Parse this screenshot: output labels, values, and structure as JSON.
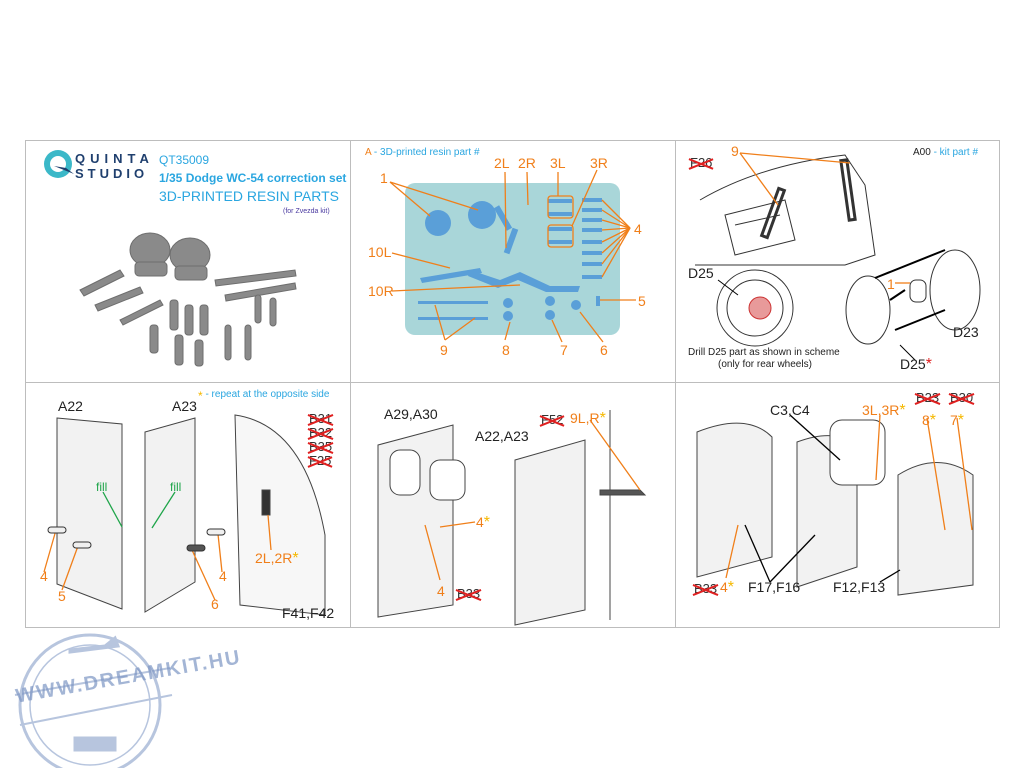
{
  "header": {
    "logo_line1": "QUINTA",
    "logo_line2": "STUDIO",
    "product_code": "QT35009",
    "title": "1/35 Dodge WC-54 correction set",
    "subtitle": "3D-PRINTED RESIN PARTS",
    "kit_note": "(for Zvezda kit)"
  },
  "resin_panel": {
    "legend_prefix": "A",
    "legend_text": " - 3D-printed resin part #",
    "labels": [
      "1",
      "2L",
      "2R",
      "3L",
      "3R",
      "4",
      "10L",
      "10R",
      "5",
      "9",
      "8",
      "7",
      "6"
    ]
  },
  "wheel_panel": {
    "legend_prefix": "A00",
    "legend_text": " - kit part #",
    "struck": [
      "F26"
    ],
    "resin_labels": [
      "9",
      "1"
    ],
    "kit_labels": [
      "D25",
      "D23",
      "D25"
    ],
    "drill_note_1": "Drill D25 part as shown in scheme",
    "drill_note_2": "(only for rear wheels)",
    "star": "*"
  },
  "door_panel_1": {
    "star": "*",
    "repeat_note": " - repeat at the opposite side",
    "kit_labels": [
      "A22",
      "A23",
      "F41,F42"
    ],
    "fill_label": "fill",
    "resin_labels": [
      "4",
      "5",
      "6",
      "4",
      "2L,2R"
    ],
    "struck": [
      "B31",
      "B32",
      "B35",
      "F25"
    ]
  },
  "door_panel_2": {
    "kit_labels": [
      "A29,A30",
      "A22,A23"
    ],
    "resin_labels": [
      "4",
      "4",
      "9L,R"
    ],
    "struck": [
      "F52",
      "B33"
    ]
  },
  "door_panel_3": {
    "kit_labels": [
      "C3,C4",
      "F17,F16",
      "F12,F13"
    ],
    "resin_labels": [
      "3L,3R",
      "8",
      "7",
      "4"
    ],
    "struck": [
      "B23",
      "B30",
      "B33"
    ]
  },
  "watermark": {
    "text": "WWW.DREAMKIT.HU"
  },
  "colors": {
    "orange": "#f07f1a",
    "blue": "#2aa6e0",
    "plate": "#a9d6d9",
    "red": "#e02020",
    "green": "#1fa54a"
  }
}
